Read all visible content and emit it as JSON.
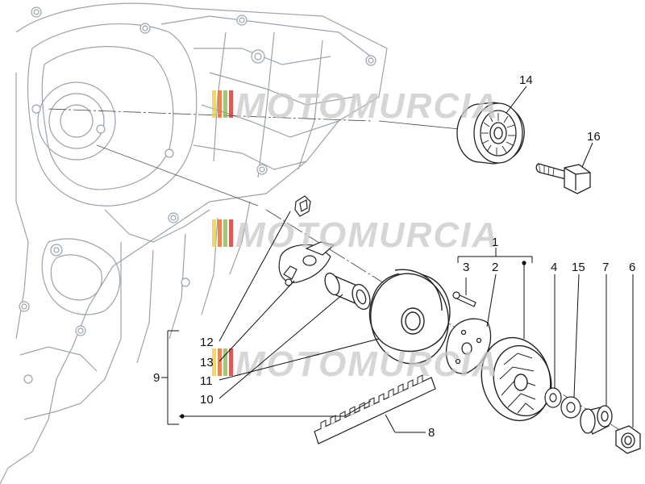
{
  "diagram": {
    "part_numbers": {
      "p1": "1",
      "p2": "2",
      "p3": "3",
      "p4": "4",
      "p6": "6",
      "p7": "7",
      "p8": "8",
      "p9": "9",
      "p10": "10",
      "p11": "11",
      "p12": "12",
      "p13": "13",
      "p14": "14",
      "p15": "15",
      "p16": "16"
    },
    "watermark": {
      "text": "MOTOMURCIA",
      "colors": [
        "#e8d23a",
        "#e06a2a",
        "#7fbf4a",
        "#c33"
      ]
    }
  }
}
